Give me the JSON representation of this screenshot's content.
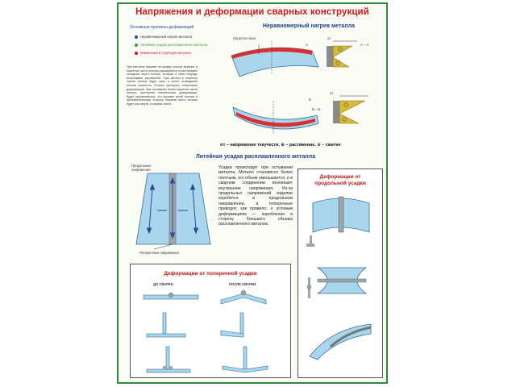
{
  "poster": {
    "title": "Напряжения и деформации сварных конструкций",
    "causes": {
      "heading": "Основные причины деформаций",
      "items": [
        {
          "label": "Неравномерный нагрев металла",
          "color": "#2b4a9a"
        },
        {
          "label": "Литейная усадка расплавленного металла",
          "color": "#3a9a3a"
        },
        {
          "label": "Изменения в структуре металла",
          "color": "#c01818"
        }
      ],
      "paragraph": "При местном нагреве на кромку полосы верхние и нагретые части полосы расширяются и растягивают холодные части полосы, которые в свою очередь испытывают растяжение. Сам металл в нагретых частях полосы будет сжат, и после охлаждения полоса изогнется. Полоса претерпит остаточные деформации. При остывании более нагретые части полосы, претерпев пластические деформации, будут укорачиваться, что вызовет изгиб полосы в противоположную сторону. Верхняя часть полосы будет растянута, а нижняя сжата."
    },
    "uneven_heating": {
      "title": "Неравномерный нагрев металла",
      "label_heated_zone": "Нагретая зона",
      "label_a": "А",
      "label_b": "Б",
      "label_aa": "А – А",
      "label_bb": "Б – Б",
      "label_sigma": "σт",
      "legend": "σт – напряжение текучести,  ⊕ – растяжение,  ⊖ – сжатие"
    },
    "casting_shrinkage": {
      "title": "Литейная усадка расплавленного металла",
      "label_longitudinal": "Продольные напряжения",
      "label_transverse": "Поперечные напряжения",
      "paragraph": "Усадка происходит при остывании металла. Металл становится более плотным, его объем уменьшается, и в сварном соединении возникают внутренние напряжения. Из-за продольных напряжений изделие коробится в продольном направлении, а поперечные приводят, как правило, к угловым деформациям — коробление в сторону большего объема расплавленного металла."
    },
    "longitudinal_box": {
      "title": "Деформации от продольной усадки"
    },
    "transverse_box": {
      "title": "Деформации от поперечной усадки",
      "before": "до сварки",
      "after": "после сварки"
    }
  }
}
